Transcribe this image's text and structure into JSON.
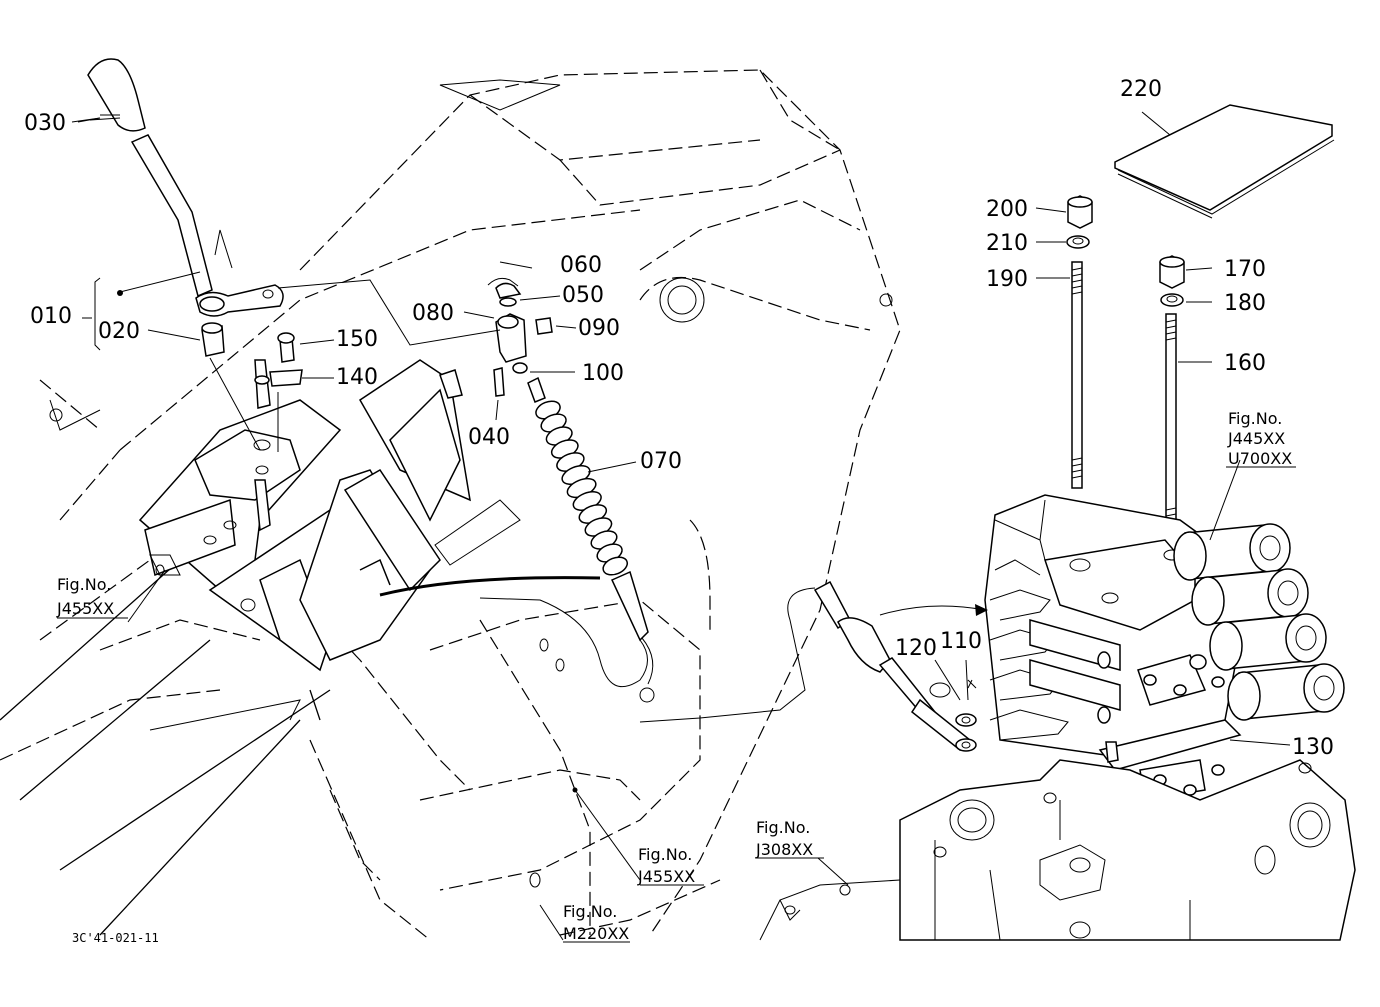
{
  "drawing_code": "3C'41-021-11",
  "callouts": {
    "c010": "010",
    "c020": "020",
    "c030": "030",
    "c040": "040",
    "c050": "050",
    "c060": "060",
    "c070": "070",
    "c080": "080",
    "c090": "090",
    "c100": "100",
    "c110": "110",
    "c120": "120",
    "c130": "130",
    "c140": "140",
    "c150": "150",
    "c160": "160",
    "c170": "170",
    "c180": "180",
    "c190": "190",
    "c200": "200",
    "c210": "210",
    "c220": "220"
  },
  "figure_refs": {
    "ref_left": {
      "label": "Fig.No.",
      "codes": [
        "J455XX"
      ]
    },
    "ref_mid": {
      "label": "Fig.No.",
      "codes": [
        "J455XX"
      ]
    },
    "ref_bottom": {
      "label": "Fig.No.",
      "codes": [
        "M220XX"
      ]
    },
    "ref_valve": {
      "label": "Fig.No.",
      "codes": [
        "J308XX"
      ]
    },
    "ref_right": {
      "label": "Fig.No.",
      "codes": [
        "J445XX",
        "U700XX"
      ]
    }
  }
}
